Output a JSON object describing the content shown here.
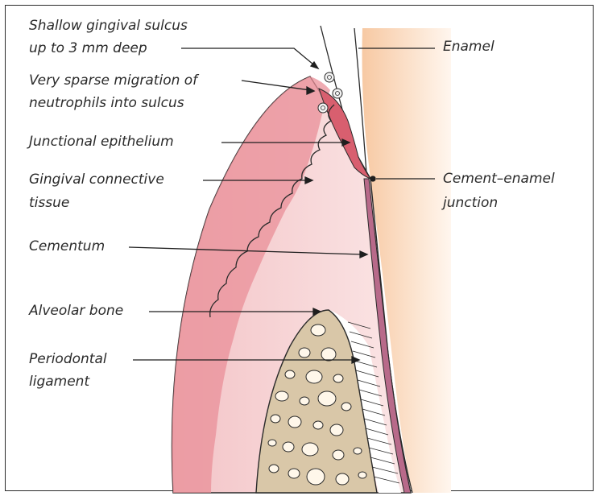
{
  "labels": {
    "sulcus_line1": "Shallow gingival sulcus",
    "sulcus_line2": "up to 3 mm deep",
    "neutrophil_line1": "Very sparse migration of",
    "neutrophil_line2": "neutrophils into sulcus",
    "junctional": "Junctional epithelium",
    "connective_line1": "Gingival connective",
    "connective_line2": "tissue",
    "cementum": "Cementum",
    "alveolar": "Alveolar bone",
    "pdl_line1": "Periodontal",
    "pdl_line2": "ligament",
    "enamel": "Enamel",
    "cej_line1": "Cement–enamel",
    "cej_line2": "junction"
  },
  "colors": {
    "gingiva_epithelium": "#e07a86",
    "gingiva_connective": "#f6d6d6",
    "tooth": "#fbdcc0",
    "cementum": "#b86a8a",
    "bone": "#d9c7a8",
    "outline": "#2b2b2b"
  }
}
